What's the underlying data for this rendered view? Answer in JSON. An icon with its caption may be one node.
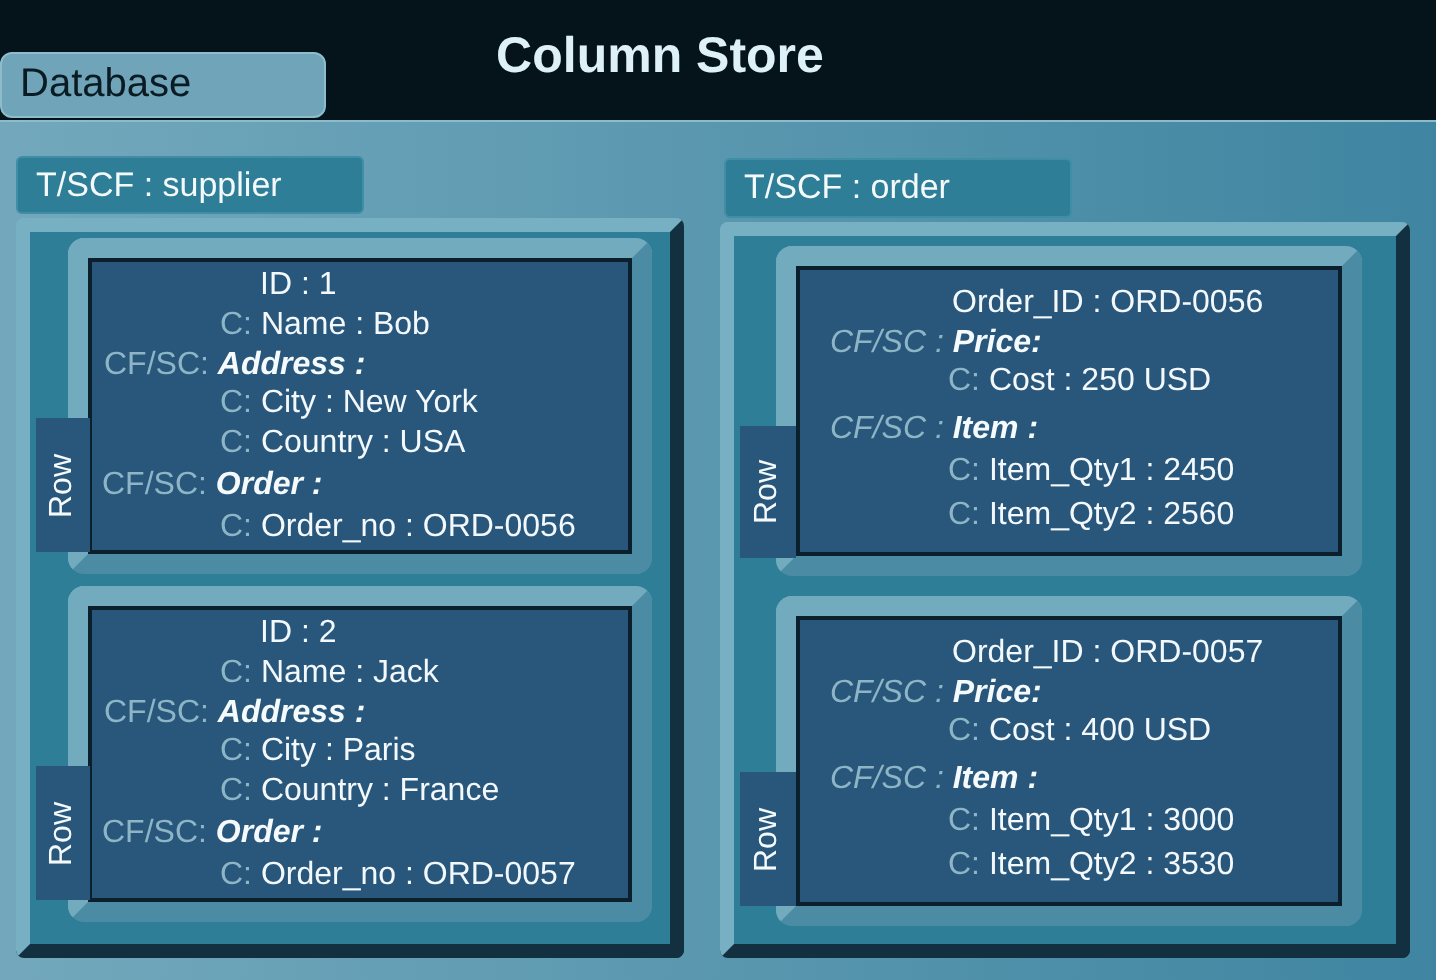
{
  "diagram": {
    "title": "Column Store",
    "nodes": [
      {
        "text": [
          "Database"
        ]
      },
      {
        "text": [
          "T/SCF : supplier"
        ],
        "in": 0
      },
      {
        "text": [
          "Row",
          "ID : 1",
          "C: Name : Bob",
          "CF/SC: **Address :**",
          "C: City : New York",
          "C: Country : USA",
          "CF/SC: **Order :**",
          "C: Order_no : ORD-0056"
        ],
        "in": 1
      },
      {
        "text": [
          "Row",
          "ID : 2",
          "C: Name : Jack",
          "CF/SC: **Address :**",
          "C: City : Paris",
          "C: Country : France",
          "CF/SC: **Order :**",
          "C: Order_no : ORD-0057"
        ],
        "in": 1
      },
      {
        "text": [
          "T/SCF : order"
        ],
        "in": 0
      },
      {
        "text": [
          "Row",
          "Order_ID : ORD-0056",
          "CF/SC : **Price:**",
          "C: Cost : 250 USD",
          "CF/SC : **Item :**",
          "C: Item_Qty1 : 2450",
          "C: Item_Qty2 : 2560"
        ],
        "in": 4
      },
      {
        "text": [
          "Row",
          "Order_ID : ORD-0057",
          "CF/SC : **Price:**",
          "C: Cost : 400 USD",
          "CF/SC : **Item :**",
          "C: Item_Qty1 : 3000",
          "C: Item_Qty2 : 3530"
        ],
        "in": 4
      }
    ]
  }
}
